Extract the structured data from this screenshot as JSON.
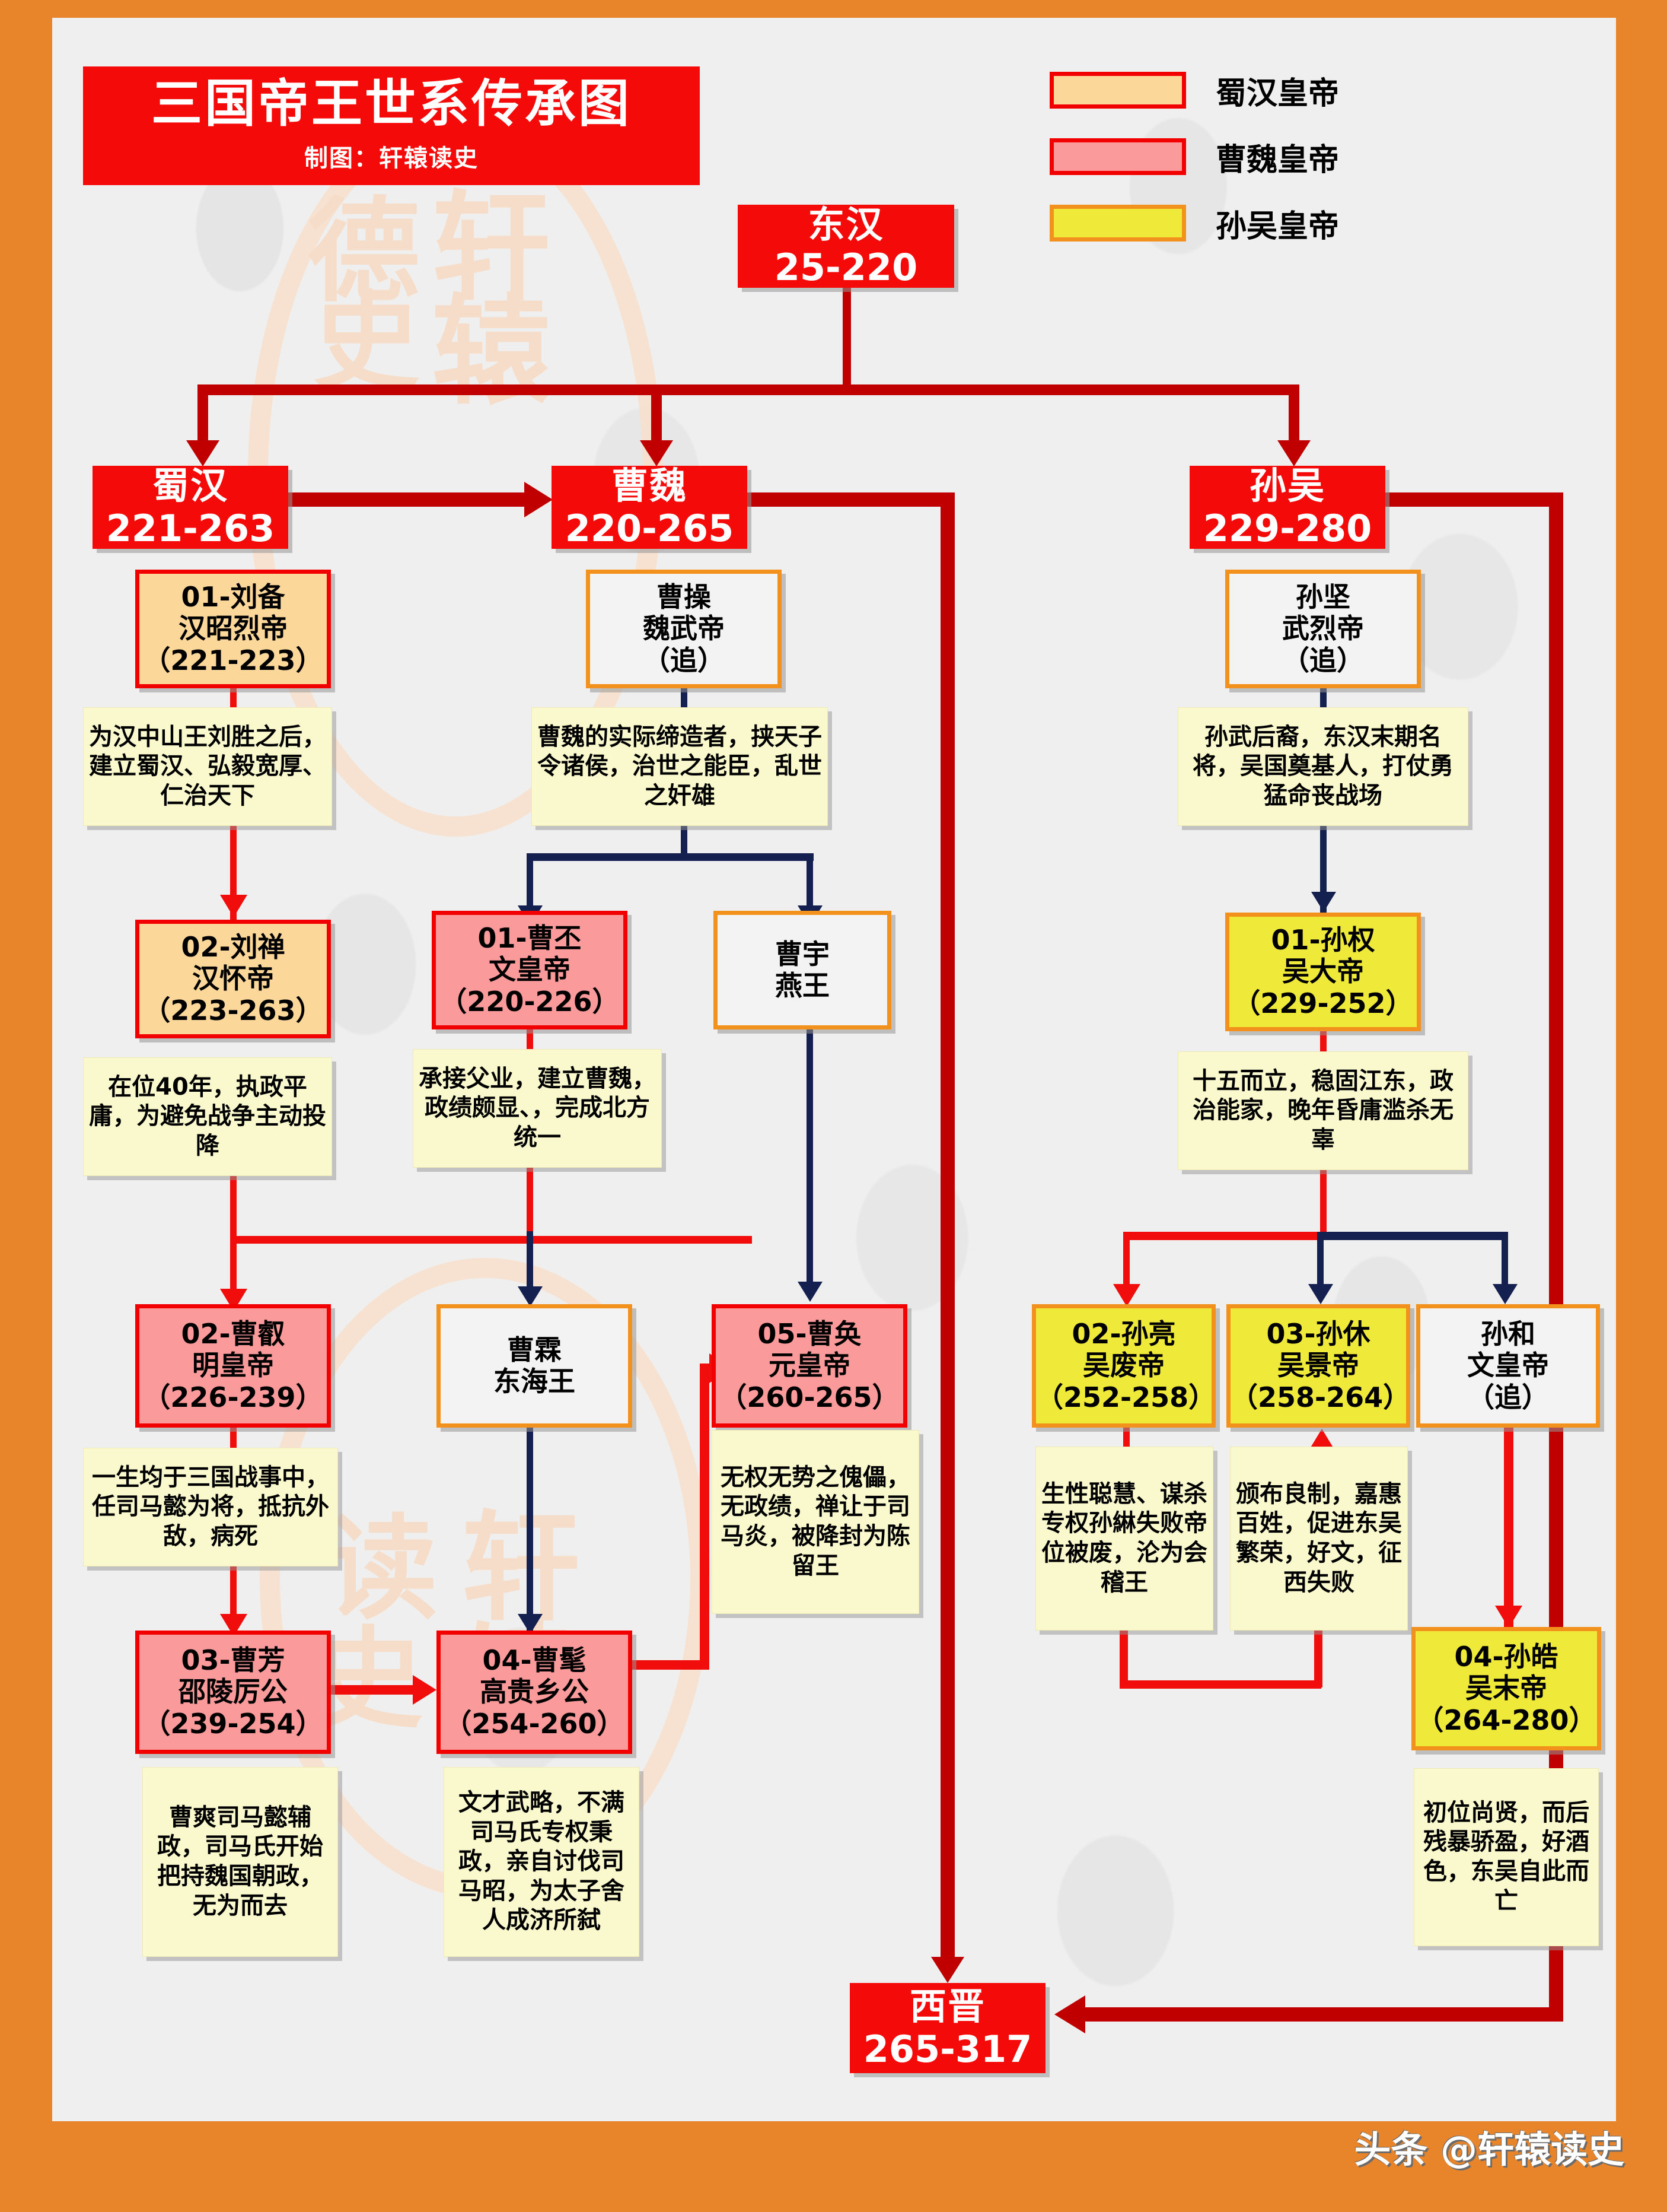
{
  "title": {
    "main": "三国帝王世系传承图",
    "subtitle": "制图：轩辕读史"
  },
  "legend": {
    "items": [
      {
        "label": "蜀汉皇帝",
        "fill": "#FBD79A",
        "border": "#F20000"
      },
      {
        "label": "曹魏皇帝",
        "fill": "#FB9A9A",
        "border": "#F20000"
      },
      {
        "label": "孙吴皇帝",
        "fill": "#EFE93A",
        "border": "#F2921D"
      }
    ]
  },
  "footer": {
    "credit": "头条 @轩辕读史"
  },
  "watermark": {
    "chars": [
      "德",
      "轩",
      "史",
      "辕",
      "读",
      "史"
    ]
  },
  "root": {
    "name": "东汉",
    "years": "25-220"
  },
  "dynasties": {
    "shu": {
      "name": "蜀汉",
      "years": "221-263"
    },
    "wei": {
      "name": "曹魏",
      "years": "220-265"
    },
    "wu": {
      "name": "孙吴",
      "years": "229-280"
    }
  },
  "terminal": {
    "name": "西晋",
    "years": "265-317"
  },
  "shu": {
    "liubei": {
      "order": "01-刘备",
      "temple": "汉昭烈帝",
      "reign": "（221-223）"
    },
    "liubei_note": "为汉中山王刘胜之后，建立蜀汉、弘毅宽厚、仁治天下",
    "liushan": {
      "order": "02-刘禅",
      "temple": "汉怀帝",
      "reign": "（223-263）"
    },
    "liushan_note": "在位40年，执政平庸，为避免战争主动投降"
  },
  "wei": {
    "caocao": {
      "order": "曹操",
      "temple": "魏武帝",
      "reign": "（追）"
    },
    "caocao_note": "曹魏的实际缔造者，挟天子令诸侯，治世之能臣，乱世之奸雄",
    "caopi": {
      "order": "01-曹丕",
      "temple": "文皇帝",
      "reign": "（220-226）"
    },
    "caopi_note": "承接父业，建立曹魏，政绩颇显、，完成北方统一",
    "caoyu": {
      "order": "曹宇",
      "temple": "燕王",
      "reign": ""
    },
    "caorui": {
      "order": "02-曹叡",
      "temple": "明皇帝",
      "reign": "（226-239）"
    },
    "caorui_note": "一生均于三国战事中，任司马懿为将，抵抗外敌，病死",
    "caolin": {
      "order": "曹霖",
      "temple": "东海王",
      "reign": ""
    },
    "caohuan": {
      "order": "05-曹奂",
      "temple": "元皇帝",
      "reign": "（260-265）"
    },
    "caohuan_note": "无权无势之傀儡，无政绩，禅让于司马炎，被降封为陈留王",
    "caofang": {
      "order": "03-曹芳",
      "temple": "邵陵厉公",
      "reign": "（239-254）"
    },
    "caofang_note": "曹爽司马懿辅政，司马氏开始把持魏国朝政，无为而去",
    "caomao": {
      "order": "04-曹髦",
      "temple": "高贵乡公",
      "reign": "（254-260）"
    },
    "caomao_note": "文才武略，不满司马氏专权秉政，亲自讨伐司马昭，为太子舍人成济所弑"
  },
  "wu": {
    "sunjian": {
      "order": "孙坚",
      "temple": "武烈帝",
      "reign": "（追）"
    },
    "sunjian_note": "孙武后裔，东汉末期名将，吴国奠基人，打仗勇猛命丧战场",
    "sunquan": {
      "order": "01-孙权",
      "temple": "吴大帝",
      "reign": "（229-252）"
    },
    "sunquan_note": "十五而立，稳固江东，政治能家，晚年昏庸滥杀无辜",
    "sunliang": {
      "order": "02-孙亮",
      "temple": "吴废帝",
      "reign": "（252-258）"
    },
    "sunliang_note": "生性聪慧、谋杀专权孙綝失败帝位被废，沦为会稽王",
    "sunxiu": {
      "order": "03-孙休",
      "temple": "吴景帝",
      "reign": "（258-264）"
    },
    "sunxiu_note": "颁布良制，嘉惠百姓，促进东吴繁荣，好文，征西失败",
    "sunhe": {
      "order": "孙和",
      "temple": "文皇帝",
      "reign": "（追）"
    },
    "sunhao": {
      "order": "04-孙皓",
      "temple": "吴末帝",
      "reign": "（264-280）"
    },
    "sunhao_note": "初位尚贤，而后残暴骄盈，好酒色，东吴自此而亡"
  }
}
